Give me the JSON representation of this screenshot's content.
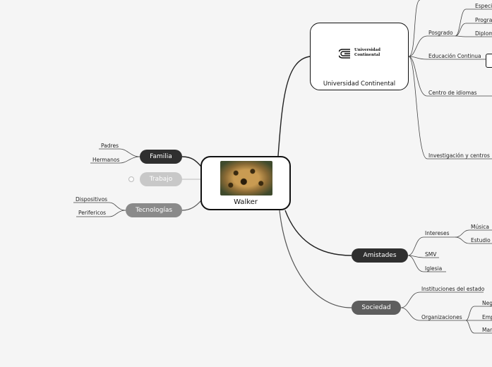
{
  "central": {
    "title": "Walker",
    "image_icon": "jaguar-photo"
  },
  "left_branches": {
    "familia": {
      "label": "Familia",
      "color": "#2f2f2f",
      "children": [
        "Padres",
        "Hermanos"
      ]
    },
    "trabajo": {
      "label": "Trabajo",
      "color": "#c8c8c8",
      "collapsed": true
    },
    "tecnologias": {
      "label": "Tecnologías",
      "color": "#8a8a8a",
      "children": [
        "Dispositivos",
        "Perifericos"
      ]
    }
  },
  "right_branches": {
    "universidad": {
      "label": "Universidad Continental",
      "logo_text_1": "Universidad",
      "logo_text_2": "Continental",
      "children": {
        "posgrado": {
          "label": "Posgrado",
          "children": [
            "Especi",
            "Progra",
            "Diplom"
          ]
        },
        "educacion": {
          "label": "Educación Continua"
        },
        "idiomas": {
          "label": "Centro de idiomas"
        },
        "investigacion": {
          "label": "Investigación y centros"
        }
      }
    },
    "amistades": {
      "label": "Amistades",
      "color": "#2f2f2f",
      "children": {
        "intereses": {
          "label": "Intereses",
          "children": [
            "Música",
            "Estudio"
          ]
        },
        "smv": {
          "label": "SMV"
        },
        "iglesia": {
          "label": "Iglesia"
        }
      }
    },
    "sociedad": {
      "label": "Sociedad",
      "color": "#5e5e5e",
      "children": {
        "instituciones": {
          "label": "Instituciones del estado"
        },
        "organizaciones": {
          "label": "Organizaciones",
          "children": [
            "Neg",
            "Emp",
            "Mar"
          ]
        }
      }
    }
  }
}
